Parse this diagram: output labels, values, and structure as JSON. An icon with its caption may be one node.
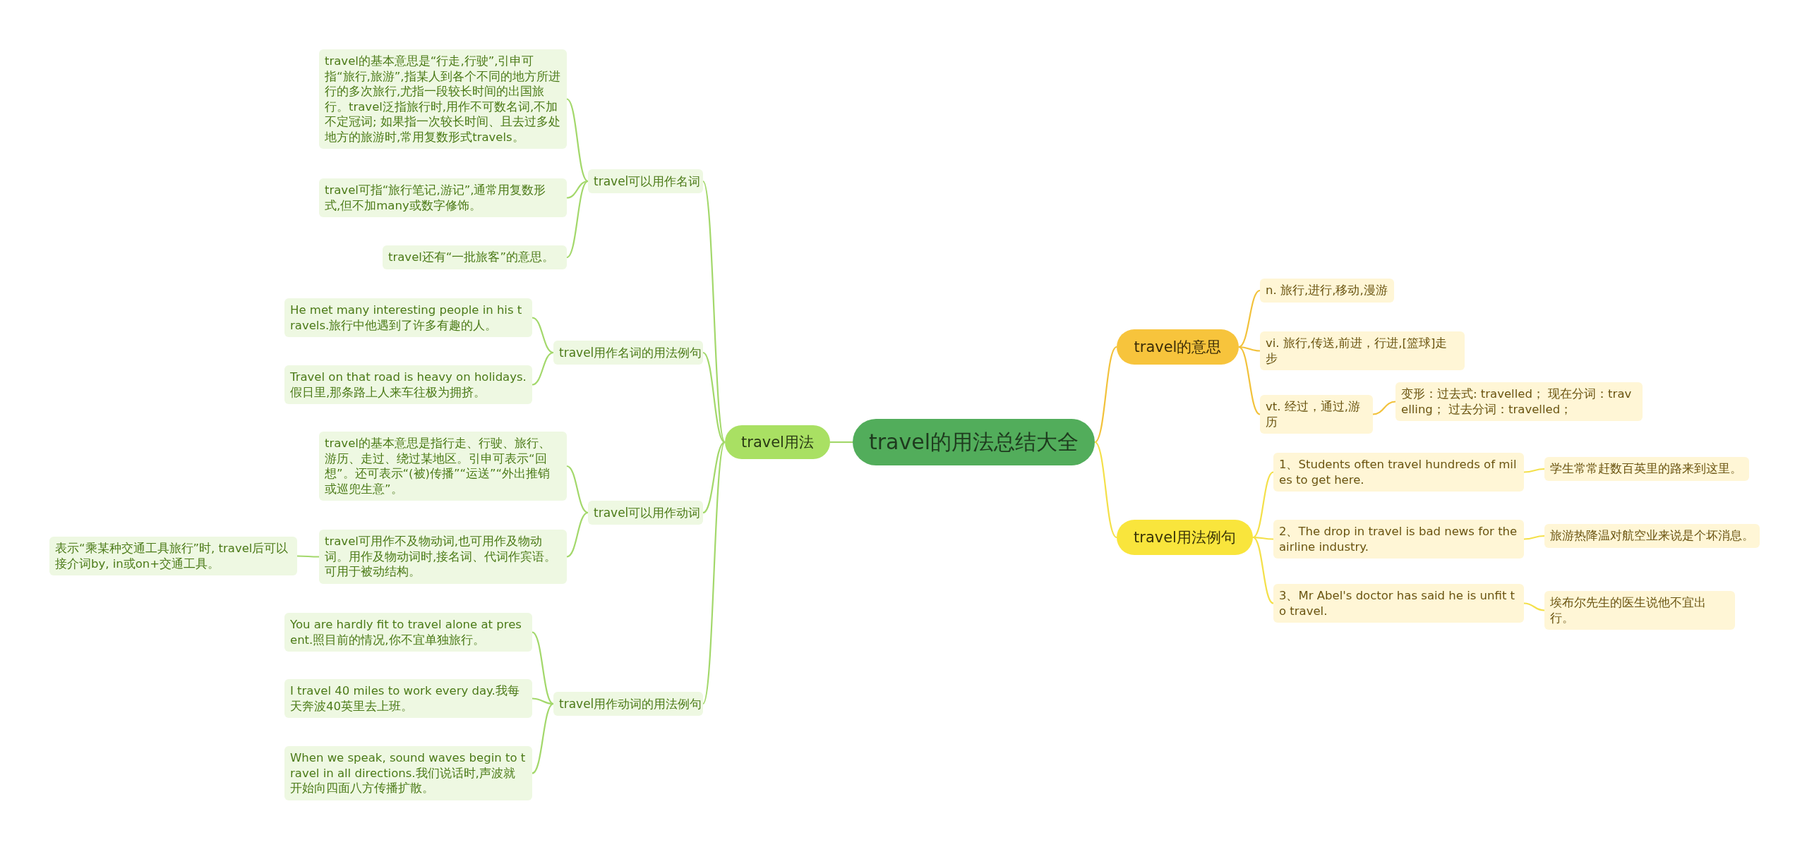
{
  "diagram": {
    "nodes": [
      {
        "text": [
          "travel的用法总结大全"
        ]
      },
      {
        "text": [
          "travel用法"
        ]
      },
      {
        "text": [
          "travel可以用作名词"
        ]
      },
      {
        "text": [
          "travel的基本意思是“行走,行驶”,引申可指“旅行,旅游”,指某人到各个不同的地方所进行的多次旅行,尤指一段较长时间的出国旅行。travel泛指旅行时,用作不可数名词,不加不定冠词; 如果指一次较长时间、且去过多处地方的旅游时,常用复数形式travels。"
        ]
      },
      {
        "text": [
          "travel可指“旅行笔记,游记”,通常用复数形式,但不加many或数字修饰。"
        ]
      },
      {
        "text": [
          "travel还有“一批旅客”的意思。"
        ]
      },
      {
        "text": [
          "travel用作名词的用法例句"
        ]
      },
      {
        "text": [
          "He met many interesting people in his travels.旅行中他遇到了许多有趣的人。"
        ]
      },
      {
        "text": [
          "Travel on that road is heavy on holidays.假日里,那条路上人来车往极为拥挤。"
        ]
      },
      {
        "text": [
          "travel可以用作动词"
        ]
      },
      {
        "text": [
          "travel的基本意思是指行走、行驶、旅行、游历、走过、绕过某地区。引申可表示“回想”。还可表示“(被)传播”“运送”“外出推销或巡兜生意”。"
        ]
      },
      {
        "text": [
          "travel可用作不及物动词,也可用作及物动词。用作及物动词时,接名词、代词作宾语。可用于被动结构。"
        ]
      },
      {
        "text": [
          "表示“乘某种交通工具旅行”时, travel后可以接介词by, in或on+交通工具。"
        ]
      },
      {
        "text": [
          "travel用作动词的用法例句"
        ]
      },
      {
        "text": [
          "You are hardly fit to travel alone at present.照目前的情况,你不宜单独旅行。"
        ]
      },
      {
        "text": [
          "I travel 40 miles to work every day.我每天奔波40英里去上班。"
        ]
      },
      {
        "text": [
          "When we speak, sound waves begin to travel in all directions.我们说话时,声波就开始向四面八方传播扩散。"
        ]
      },
      {
        "text": [
          "travel的意思"
        ]
      },
      {
        "text": [
          "n. 旅行,进行,移动,漫游"
        ]
      },
      {
        "text": [
          "vi. 旅行,传送,前进，行进,[篮球]走步"
        ]
      },
      {
        "text": [
          "vt. 经过，通过,游历"
        ]
      },
      {
        "text": [
          "变形：过去式: travelled； 现在分词：travelling； 过去分词：travelled；"
        ]
      },
      {
        "text": [
          "travel用法例句"
        ]
      },
      {
        "text": [
          "1、Students often travel hundreds of miles to get here."
        ]
      },
      {
        "text": [
          "学生常常赶数百英里的路来到这里。"
        ]
      },
      {
        "text": [
          "2、The drop in travel is bad news for the airline industry."
        ]
      },
      {
        "text": [
          "旅游热降温对航空业来说是个坏消息。"
        ]
      },
      {
        "text": [
          "3、Mr Abel's doctor has said he is unfit to travel."
        ]
      },
      {
        "text": [
          "埃布尔先生的医生说他不宜出行。"
        ]
      }
    ],
    "edges": [
      {
        "from": 0,
        "to": 1,
        "arrow": "none"
      },
      {
        "from": 1,
        "to": 2,
        "arrow": "none"
      },
      {
        "from": 2,
        "to": 3,
        "arrow": "none"
      },
      {
        "from": 2,
        "to": 4,
        "arrow": "none"
      },
      {
        "from": 2,
        "to": 5,
        "arrow": "none"
      },
      {
        "from": 1,
        "to": 6,
        "arrow": "none"
      },
      {
        "from": 6,
        "to": 7,
        "arrow": "none"
      },
      {
        "from": 6,
        "to": 8,
        "arrow": "none"
      },
      {
        "from": 1,
        "to": 9,
        "arrow": "none"
      },
      {
        "from": 9,
        "to": 10,
        "arrow": "none"
      },
      {
        "from": 9,
        "to": 11,
        "arrow": "none"
      },
      {
        "from": 11,
        "to": 12,
        "arrow": "none"
      },
      {
        "from": 1,
        "to": 13,
        "arrow": "none"
      },
      {
        "from": 13,
        "to": 14,
        "arrow": "none"
      },
      {
        "from": 13,
        "to": 15,
        "arrow": "none"
      },
      {
        "from": 13,
        "to": 16,
        "arrow": "none"
      },
      {
        "from": 0,
        "to": 17,
        "arrow": "none",
        "color": "#f2c23c"
      },
      {
        "from": 17,
        "to": 18,
        "arrow": "none",
        "color": "#f2c23c"
      },
      {
        "from": 17,
        "to": 19,
        "arrow": "none",
        "color": "#f2c23c"
      },
      {
        "from": 17,
        "to": 20,
        "arrow": "none",
        "color": "#f2c23c"
      },
      {
        "from": 20,
        "to": 21,
        "arrow": "none",
        "color": "#f2c23c"
      },
      {
        "from": 0,
        "to": 22,
        "arrow": "none",
        "color": "#f4e04a"
      },
      {
        "from": 22,
        "to": 23,
        "arrow": "none",
        "color": "#f4e04a"
      },
      {
        "from": 22,
        "to": 25,
        "arrow": "none",
        "color": "#f4e04a"
      },
      {
        "from": 22,
        "to": 27,
        "arrow": "none",
        "color": "#f4e04a"
      },
      {
        "from": 23,
        "to": 24,
        "arrow": "none",
        "color": "#f4e04a"
      },
      {
        "from": 25,
        "to": 26,
        "arrow": "none",
        "color": "#f4e04a"
      },
      {
        "from": 27,
        "to": 28,
        "arrow": "none",
        "color": "#f4e04a"
      }
    ]
  }
}
